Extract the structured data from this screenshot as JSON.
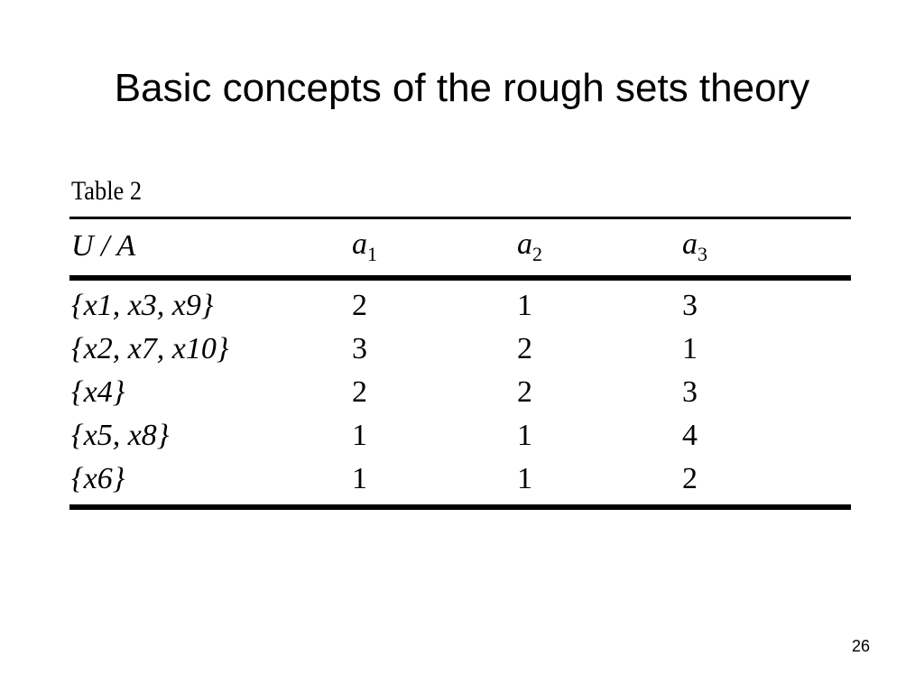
{
  "slide": {
    "title": "Basic concepts of the rough sets theory",
    "page_number": "26"
  },
  "table": {
    "caption": "Table 2",
    "header": {
      "u": "U / A",
      "a1": {
        "name": "a",
        "sub": "1"
      },
      "a2": {
        "name": "a",
        "sub": "2"
      },
      "a3": {
        "name": "a",
        "sub": "3"
      }
    },
    "rows": [
      {
        "u": "{x1, x3, x9}",
        "a1": "2",
        "a2": "1",
        "a3": "3"
      },
      {
        "u": "{x2, x7, x10}",
        "a1": "3",
        "a2": "2",
        "a3": "1"
      },
      {
        "u": "{x4}",
        "a1": "2",
        "a2": "2",
        "a3": "3"
      },
      {
        "u": "{x5, x8}",
        "a1": "1",
        "a2": "1",
        "a3": "4"
      },
      {
        "u": "{x6}",
        "a1": "1",
        "a2": "1",
        "a3": "2"
      }
    ]
  }
}
